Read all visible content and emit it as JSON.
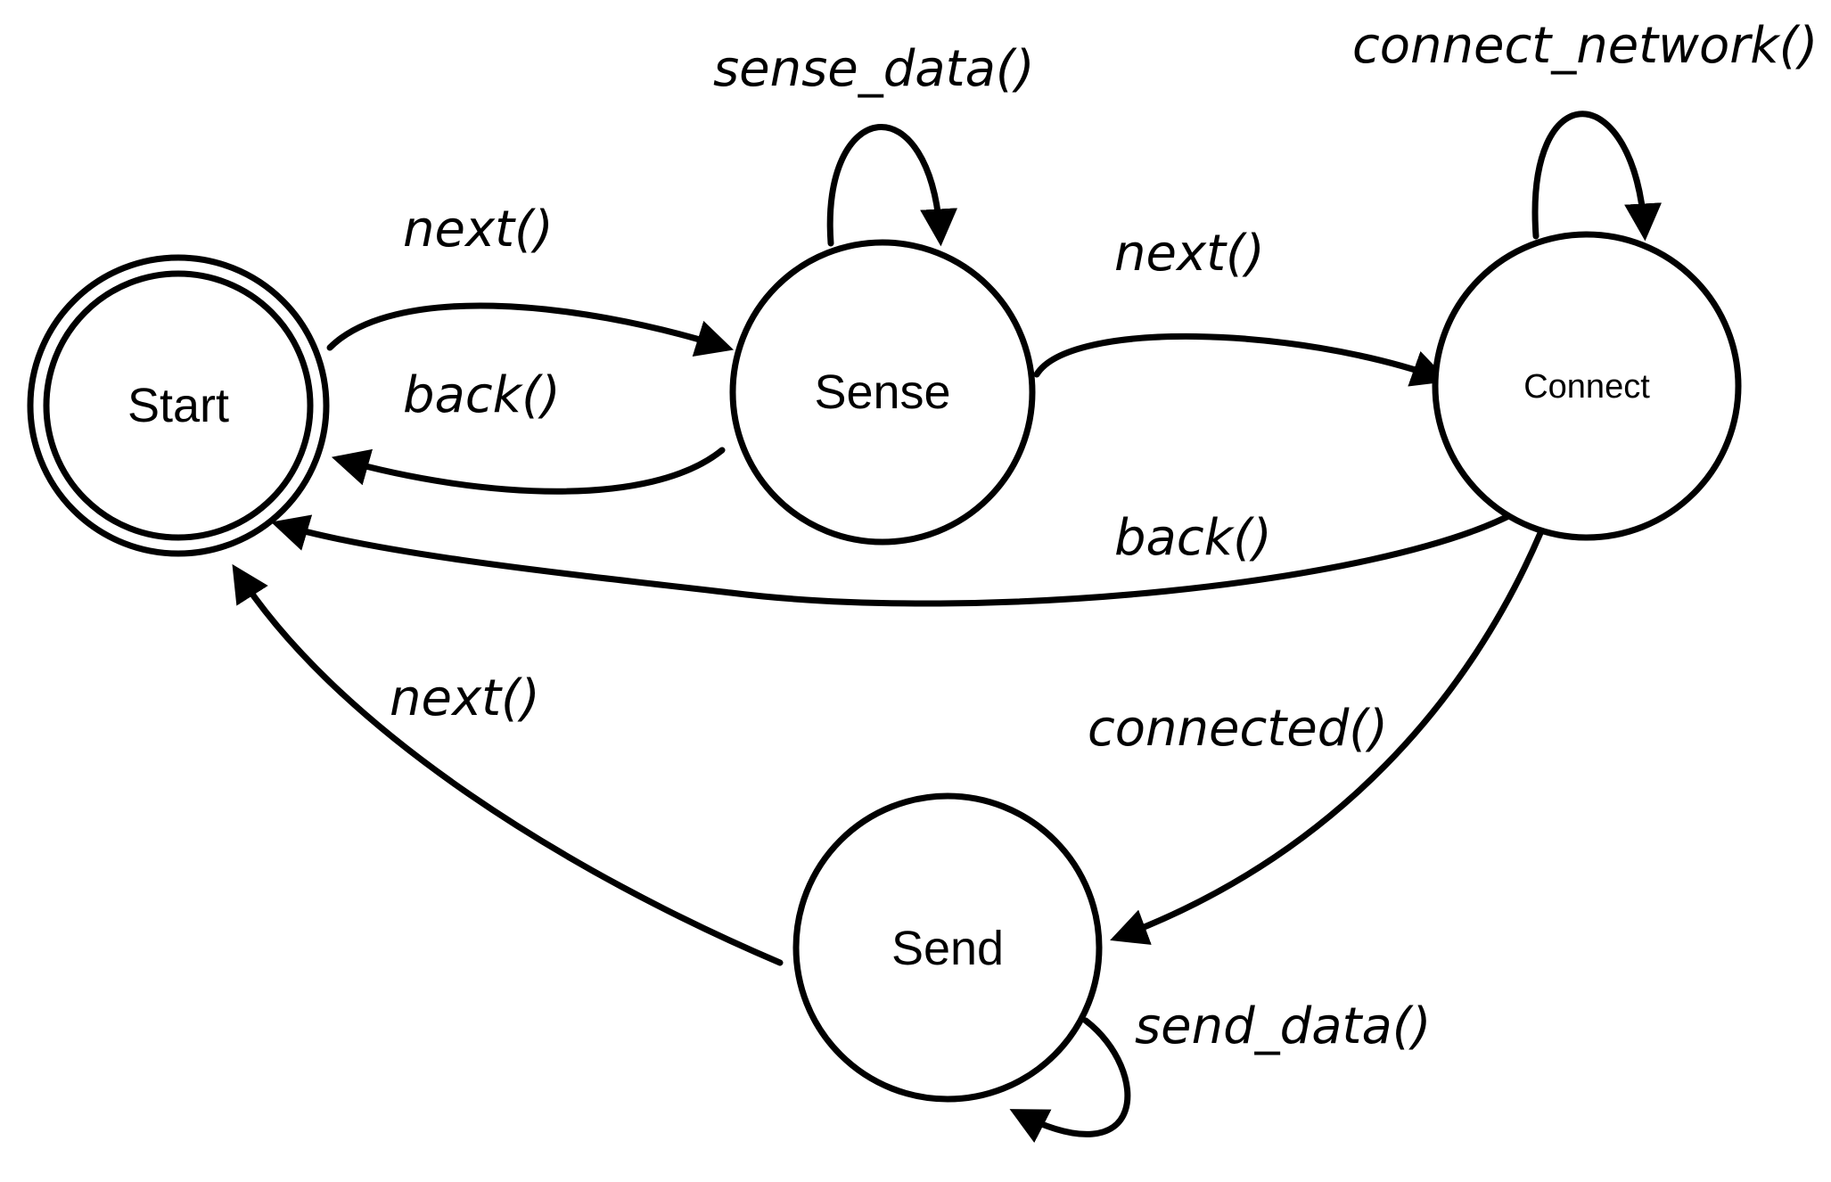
{
  "states": {
    "start": {
      "label": "Start"
    },
    "sense": {
      "label": "Sense"
    },
    "connect": {
      "label": "Connect"
    },
    "send": {
      "label": "Send"
    }
  },
  "transitions": {
    "start_to_sense": {
      "label": "next()"
    },
    "sense_to_start": {
      "label": "back()"
    },
    "sense_self": {
      "label": "sense_data()"
    },
    "sense_to_connect": {
      "label": "next()"
    },
    "connect_self": {
      "label": "connect_network()"
    },
    "connect_to_start": {
      "label": "back()"
    },
    "connect_to_send": {
      "label": "connected()"
    },
    "send_to_start": {
      "label": "next()"
    },
    "send_self": {
      "label": "send_data()"
    }
  },
  "colors": {
    "stroke": "#000000",
    "background": "#ffffff"
  }
}
